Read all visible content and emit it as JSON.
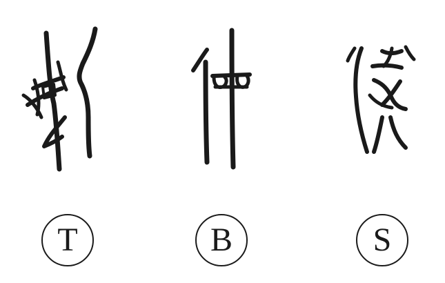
{
  "labels": {
    "t": "T",
    "b": "B",
    "s": "S"
  },
  "glyphs": {
    "t": "seal-script-character-t",
    "b": "seal-script-character-b",
    "s": "seal-script-character-s"
  },
  "colors": {
    "ink": "#1a1a1a",
    "background": "#ffffff"
  }
}
